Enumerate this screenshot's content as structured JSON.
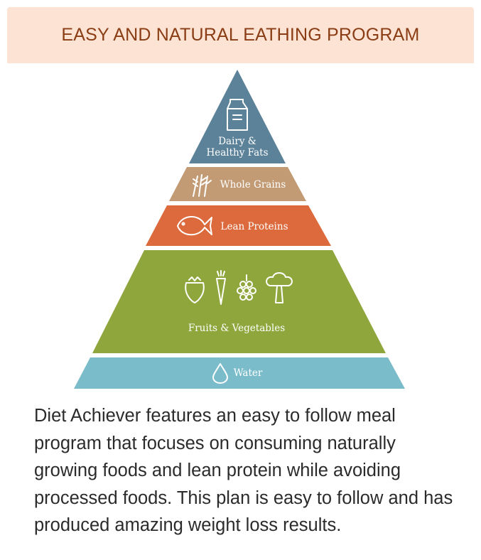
{
  "header": {
    "title": "EASY AND NATURAL EATHING PROGRAM"
  },
  "pyramid": {
    "tiers": [
      {
        "label_line1": "Dairy &",
        "label_line2": "Healthy Fats",
        "color": "#5b8299",
        "icons": [
          "milk-carton-icon"
        ]
      },
      {
        "label": "Whole Grains",
        "color": "#c29b74",
        "icons": [
          "wheat-icon"
        ]
      },
      {
        "label": "Lean Proteins",
        "color": "#dd6a3c",
        "icons": [
          "fish-icon"
        ]
      },
      {
        "label": "Fruits & Vegetables",
        "color": "#8fa63c",
        "icons": [
          "strawberry-icon",
          "carrot-icon",
          "grapes-icon",
          "broccoli-icon"
        ]
      },
      {
        "label": "Water",
        "color": "#7bbccb",
        "icons": [
          "water-drop-icon"
        ]
      }
    ]
  },
  "description": "Diet Achiever features an easy to follow meal program that focuses on consuming naturally growing foods and lean protein while avoiding processed foods. This plan is easy to follow and has produced amazing weight loss results."
}
